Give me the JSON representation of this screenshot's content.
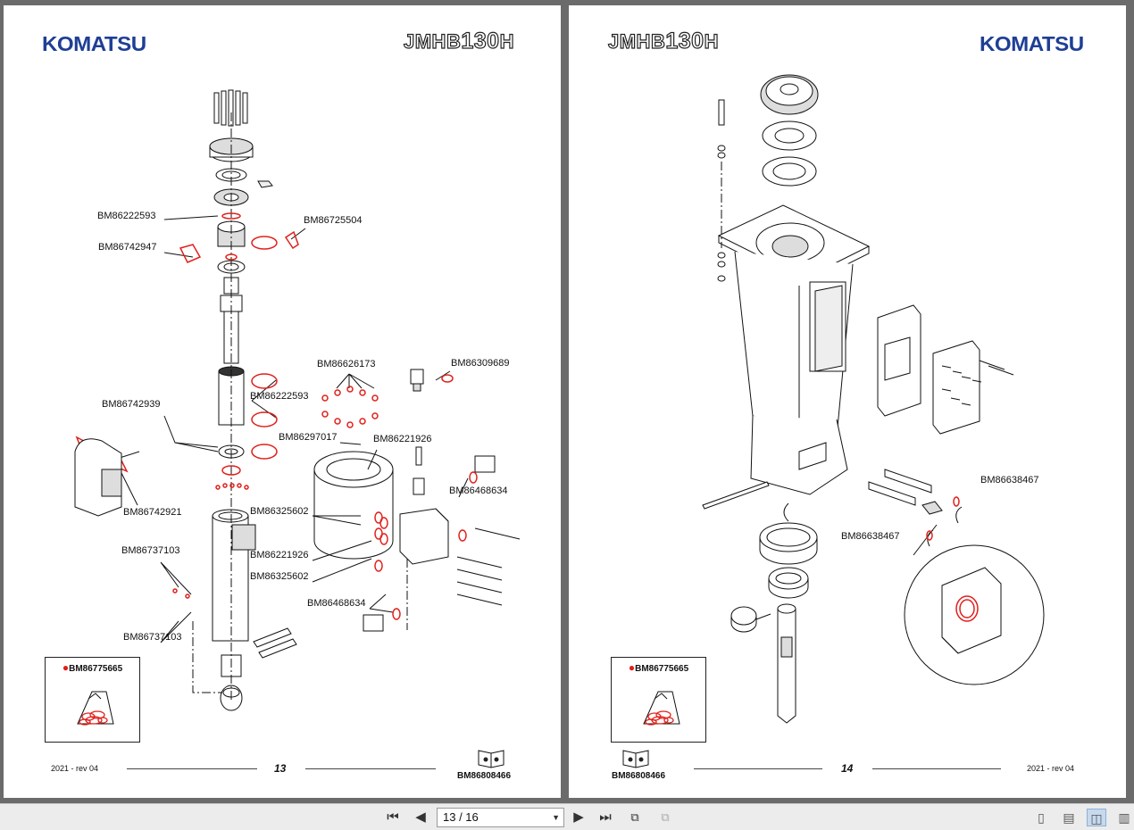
{
  "left_page": {
    "logo": "KOMATSU",
    "model_prefix": "JMHB",
    "model_number": "130",
    "model_suffix": "H",
    "labels": {
      "l1": "BM86222593",
      "l2": "BM86725504",
      "l3": "BM86742947",
      "l4": "BM86626173",
      "l5": "BM86309689",
      "l6": "BM86222593",
      "l7": "BM86742939",
      "l8": "BM86297017",
      "l9": "BM86221926",
      "l10": "BM86468634",
      "l11": "BM86742921",
      "l12": "BM86325602",
      "l13": "BM86737103",
      "l14": "BM86221926",
      "l15": "BM86325602",
      "l16": "BM86468634",
      "l17": "BM86737103"
    },
    "kit_label": "BM86775665",
    "footer": {
      "date": "2021 -  rev 04",
      "page_number": "13",
      "code": "BM86808466"
    }
  },
  "right_page": {
    "logo": "KOMATSU",
    "model_prefix": "JMHB",
    "model_number": "130",
    "model_suffix": "H",
    "labels": {
      "r1": "BM86638467",
      "r2": "BM86638467"
    },
    "kit_label": "BM86775665",
    "footer": {
      "date": "2021 -  rev 04",
      "page_number": "14",
      "code": "BM86808466"
    }
  },
  "toolbar": {
    "page_indicator": "13 / 16",
    "icons": {
      "first": "first-page-icon",
      "prev": "previous-page-icon",
      "next": "next-page-icon",
      "last": "last-page-icon"
    }
  },
  "colors": {
    "logo_blue": "#1f3f95",
    "seal_red": "#e0201b",
    "viewer_bg": "#6b6b6b"
  }
}
